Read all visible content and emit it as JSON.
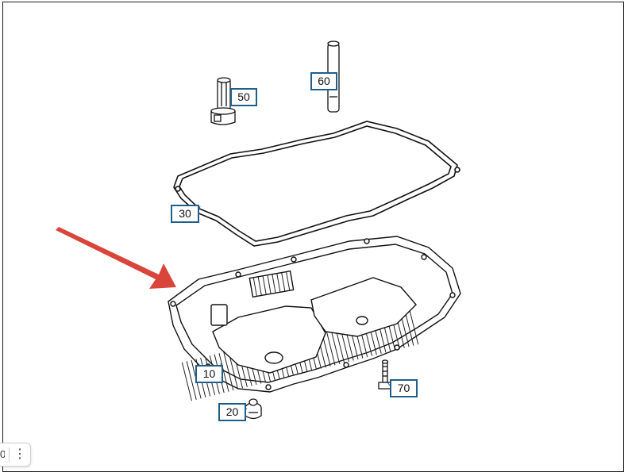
{
  "callouts": [
    {
      "id": "c50",
      "label": "50"
    },
    {
      "id": "c60",
      "label": "60"
    },
    {
      "id": "c30",
      "label": "30"
    },
    {
      "id": "c10",
      "label": "10"
    },
    {
      "id": "c70",
      "label": "70"
    },
    {
      "id": "c20",
      "label": "20"
    }
  ],
  "toolbar": {
    "partial_label": "0",
    "more_icon": "⋮"
  },
  "colors": {
    "callout_border": "#1f5f8b",
    "arrow": "#d9453a",
    "line": "#111111"
  }
}
